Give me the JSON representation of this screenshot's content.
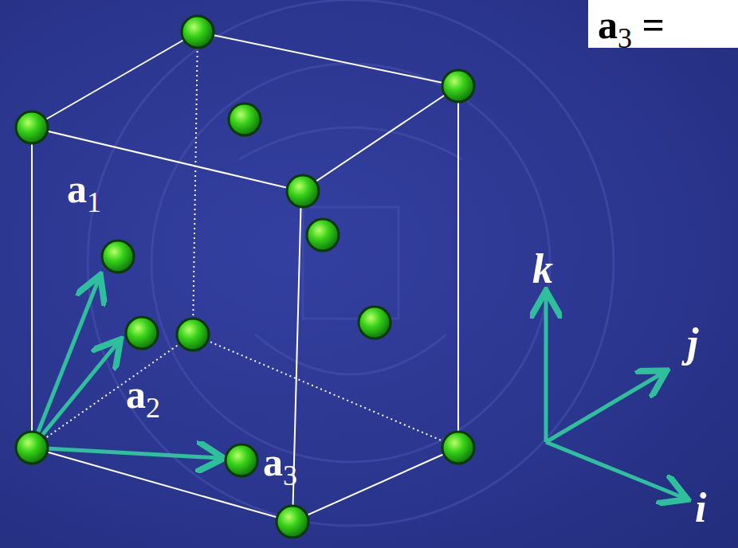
{
  "diagram": {
    "labels": [
      "a3 =",
      "a1",
      "a2",
      "a3",
      "k",
      "j",
      "i"
    ]
  }
}
